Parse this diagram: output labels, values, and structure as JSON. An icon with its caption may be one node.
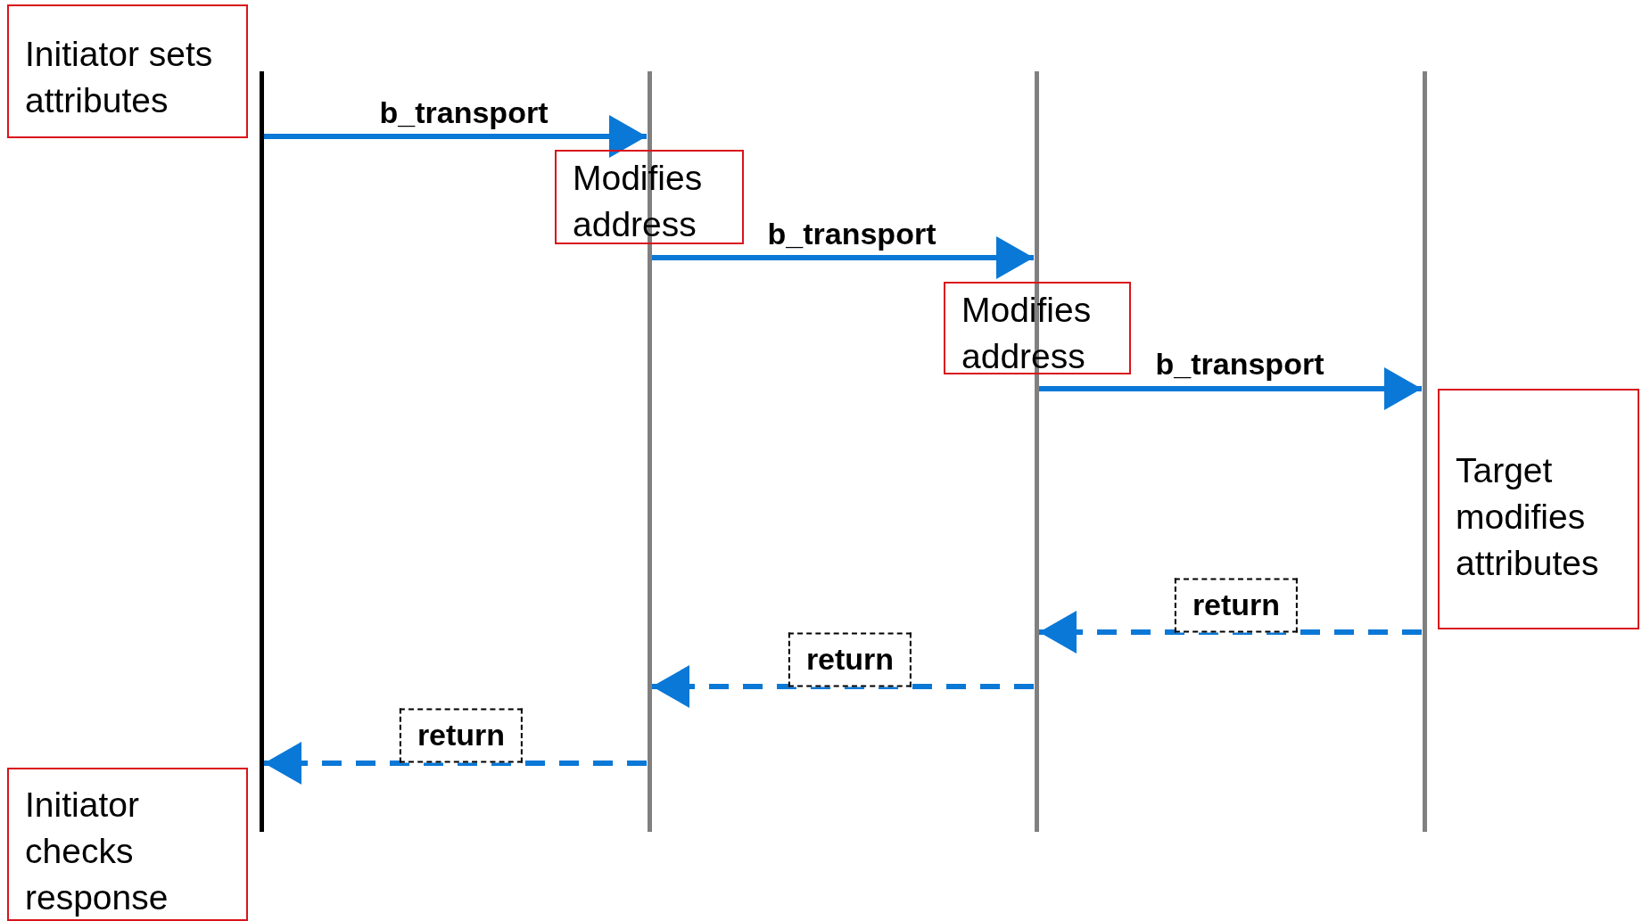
{
  "diagram": {
    "nodes": [
      {
        "text": [],
        "shape": "line"
      },
      {
        "text": [],
        "shape": "line"
      },
      {
        "text": [],
        "shape": "line"
      },
      {
        "text": [],
        "shape": "line"
      },
      {
        "text": [
          "Initiator sets attributes"
        ]
      },
      {
        "text": [
          "Modifies address"
        ]
      },
      {
        "text": [
          "Modifies address"
        ]
      },
      {
        "text": [
          "Target modifies attributes"
        ]
      },
      {
        "text": [
          "Initiator checks response"
        ]
      }
    ],
    "edges": [
      {
        "from": 0,
        "to": 1,
        "arrow": "to",
        "label": "b_transport"
      },
      {
        "from": 1,
        "to": 2,
        "arrow": "to",
        "label": "b_transport"
      },
      {
        "from": 2,
        "to": 3,
        "arrow": "to",
        "label": "b_transport"
      },
      {
        "from": 3,
        "to": 2,
        "arrow": "to",
        "label": "return",
        "style": "dashed"
      },
      {
        "from": 2,
        "to": 1,
        "arrow": "to",
        "label": "return",
        "style": "dashed"
      },
      {
        "from": 1,
        "to": 0,
        "arrow": "to",
        "label": "return",
        "style": "dashed"
      }
    ]
  }
}
